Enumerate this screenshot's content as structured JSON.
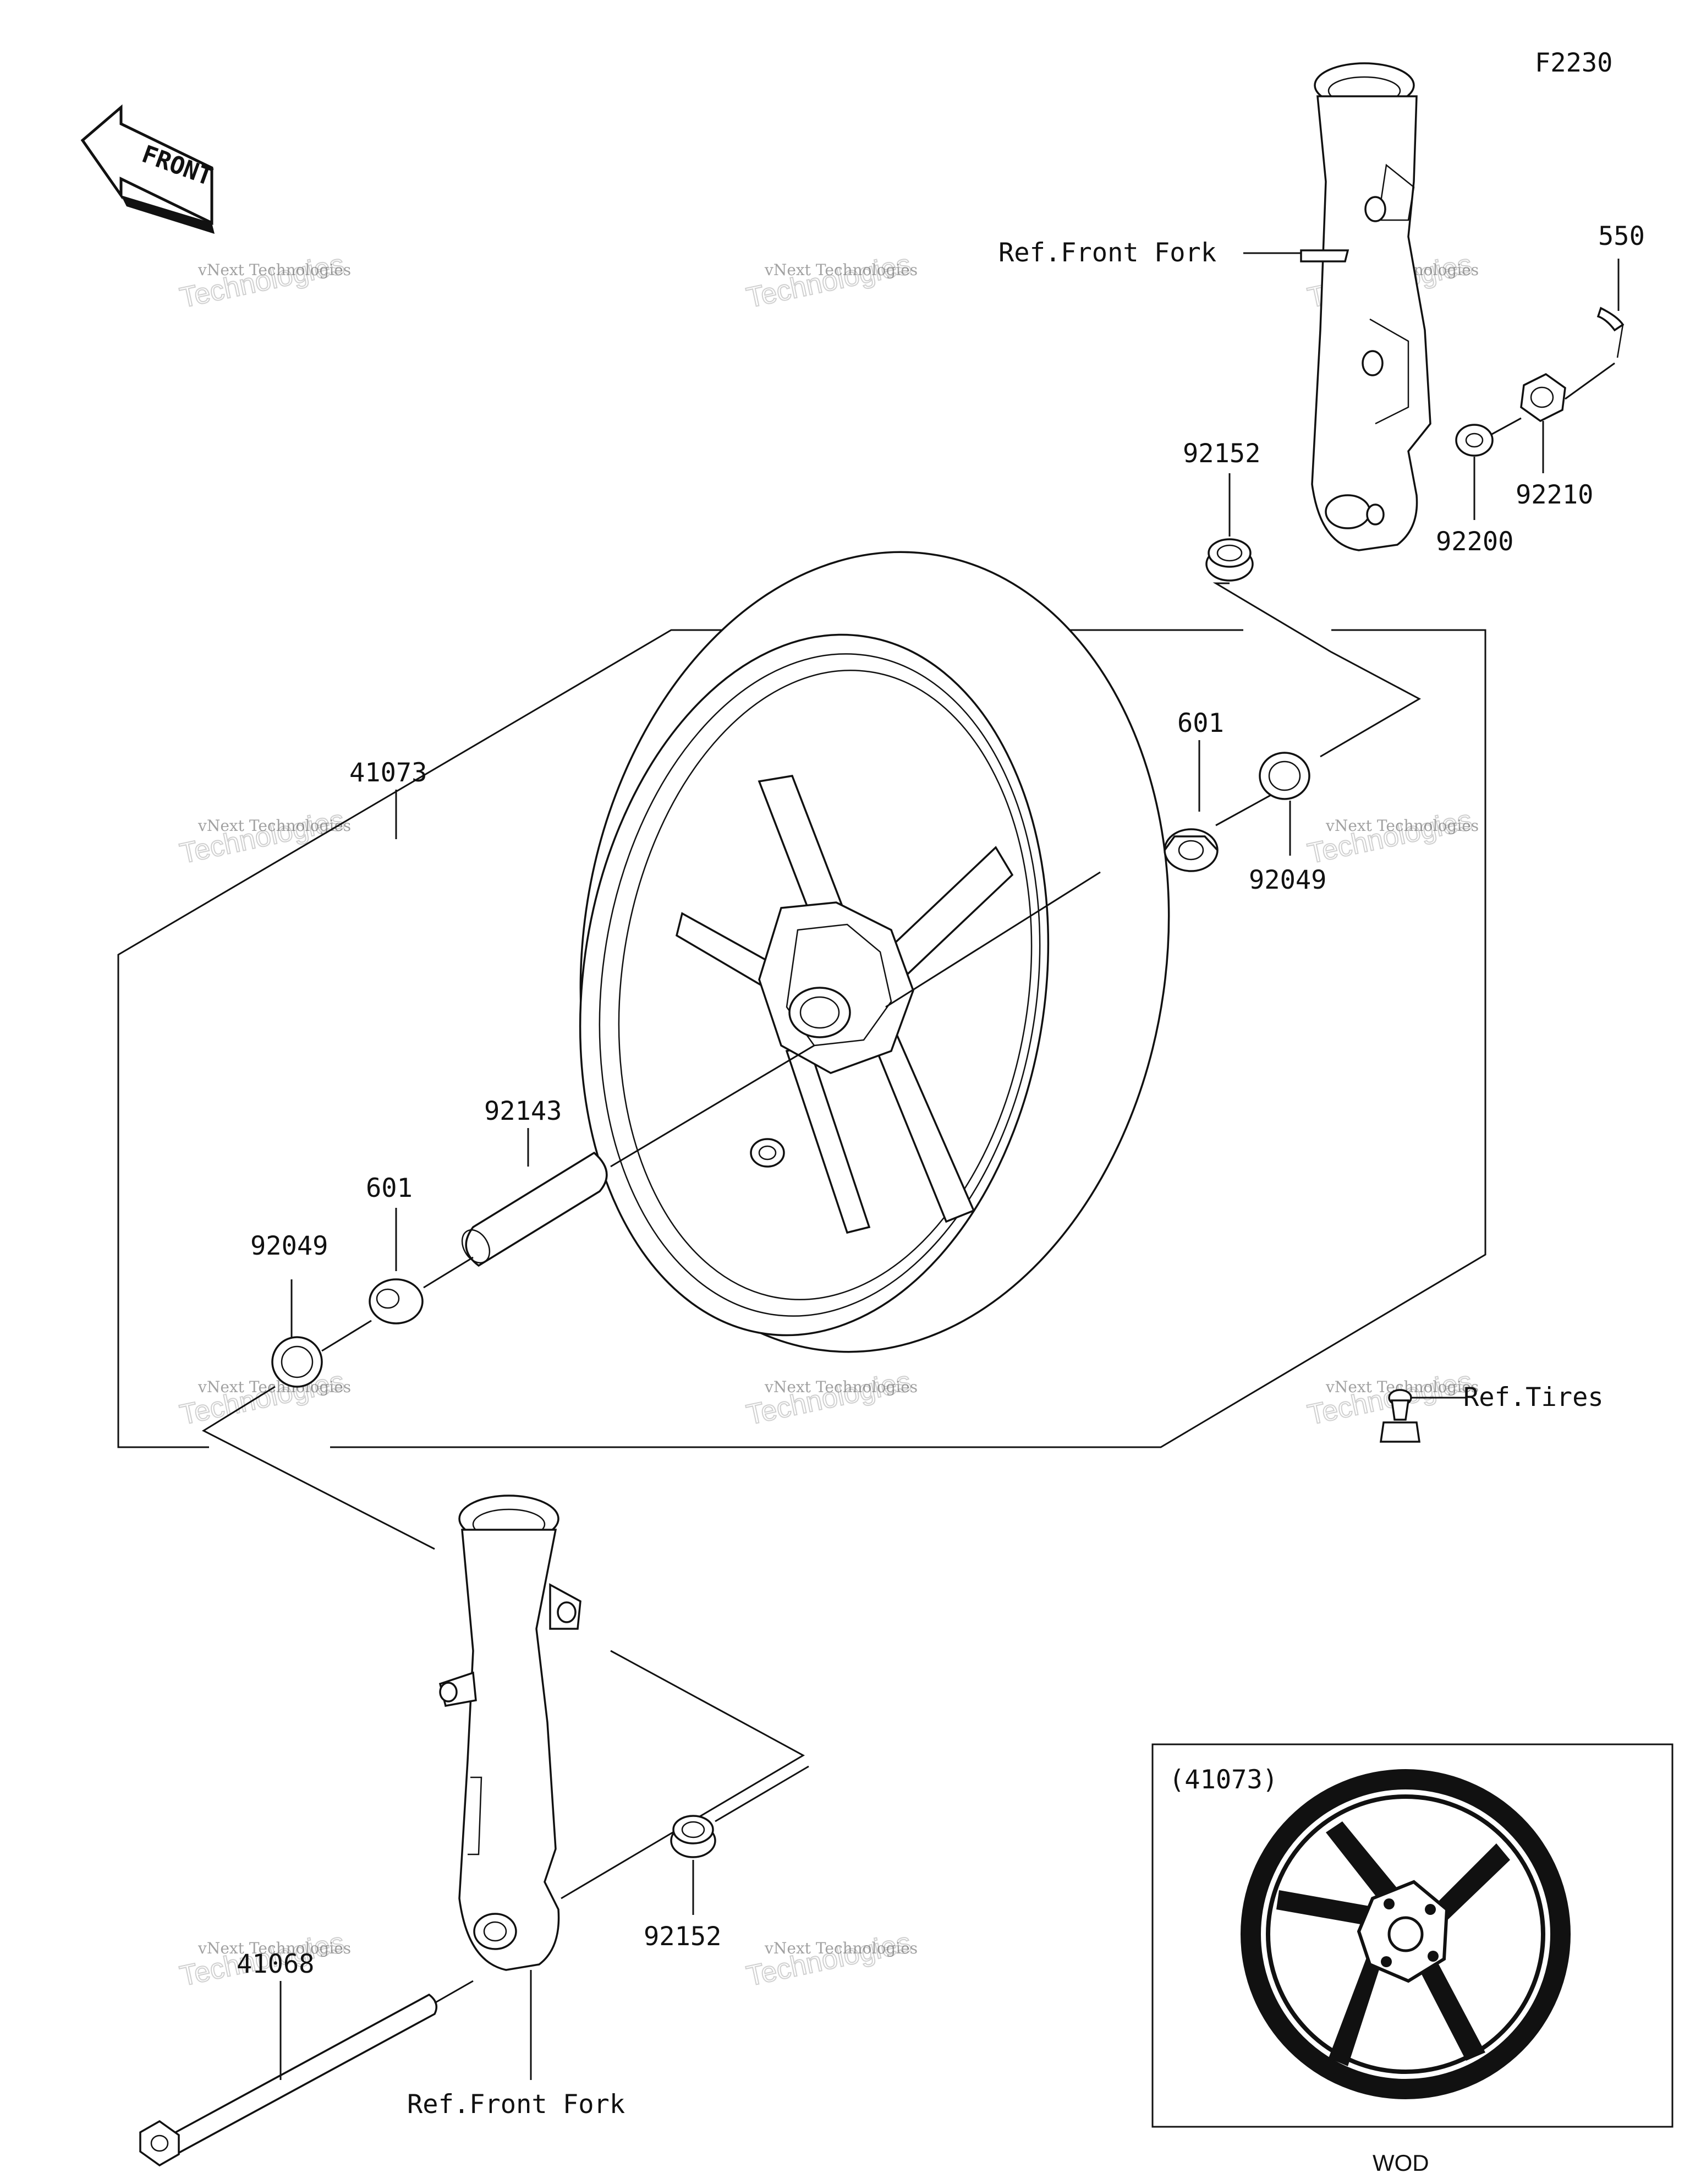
{
  "diagram_id": "F2230",
  "front_badge": "FRONT",
  "labels": {
    "ref_front_fork_top": "Ref.Front Fork",
    "ref_front_fork_bottom": "Ref.Front Fork",
    "ref_tires": "Ref.Tires",
    "p550": "550",
    "p92152_top": "92152",
    "p92210": "92210",
    "p92200": "92200",
    "p41073": "41073",
    "p601_right": "601",
    "p92049_right": "92049",
    "p92143": "92143",
    "p601_left": "601",
    "p92049_left": "92049",
    "p92152_bottom": "92152",
    "p41068": "41068"
  },
  "inset": {
    "label": "(41073)",
    "caption": "WOD"
  },
  "watermark": {
    "line1": "vNext Technologies",
    "line2": "Technologies",
    "line3": "vNext"
  }
}
